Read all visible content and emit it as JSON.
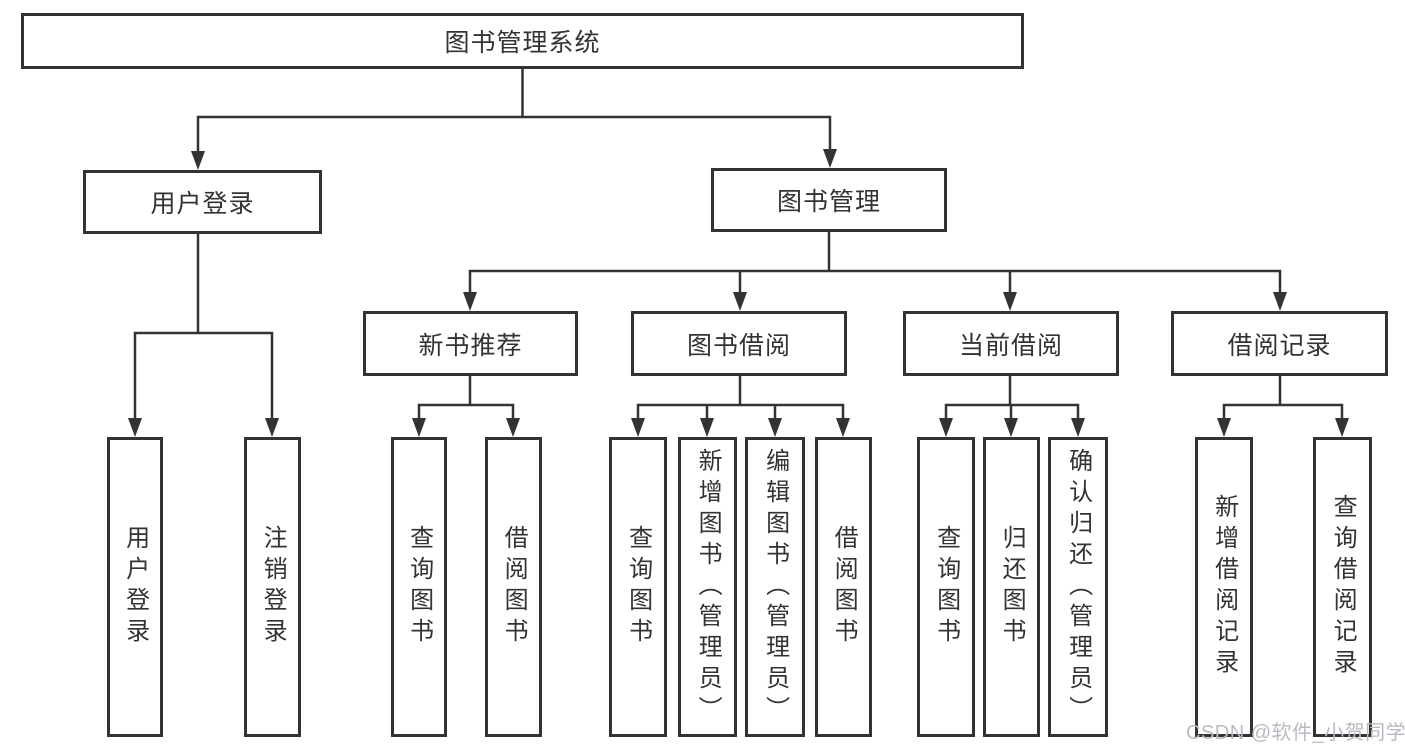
{
  "diagram": {
    "root": {
      "label": "图书管理系统"
    },
    "level2": {
      "user_login": {
        "label": "用户登录"
      },
      "book_management": {
        "label": "图书管理"
      }
    },
    "level3": {
      "new_book_recommend": {
        "label": "新书推荐"
      },
      "book_borrowing": {
        "label": "图书借阅"
      },
      "current_borrowing": {
        "label": "当前借阅"
      },
      "borrowing_records": {
        "label": "借阅记录"
      }
    },
    "leaves": {
      "user_login": {
        "label": "用户登录"
      },
      "logout": {
        "label": "注销登录"
      },
      "recommend_query_book": {
        "label": "查询图书"
      },
      "recommend_borrow_book": {
        "label": "借阅图书"
      },
      "borrow_query_book": {
        "label": "查询图书"
      },
      "borrow_add_book_admin": {
        "label": "新增图书（管理员）"
      },
      "borrow_edit_book_admin": {
        "label": "编辑图书（管理员）"
      },
      "borrow_borrow_book": {
        "label": "借阅图书"
      },
      "current_query_book": {
        "label": "查询图书"
      },
      "current_return_book": {
        "label": "归还图书"
      },
      "current_confirm_return_admin": {
        "label": "确认归还（管理员）"
      },
      "records_add_record": {
        "label": "新增借阅记录"
      },
      "records_query_record": {
        "label": "查询借阅记录"
      }
    },
    "watermark": "CSDN @软件_小贺同学",
    "colors": {
      "line": "#333333",
      "text": "#333333",
      "background": "#ffffff",
      "watermark": "#b7bbc1"
    }
  }
}
